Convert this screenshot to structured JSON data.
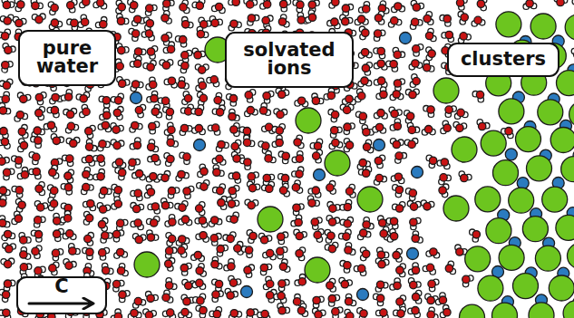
{
  "diagram": {
    "nodes": [
      {
        "text": [
          "pure water"
        ]
      },
      {
        "text": [
          "solvated ions"
        ]
      },
      {
        "text": [
          "clusters"
        ]
      },
      {
        "text": [
          "C"
        ]
      }
    ]
  }
}
